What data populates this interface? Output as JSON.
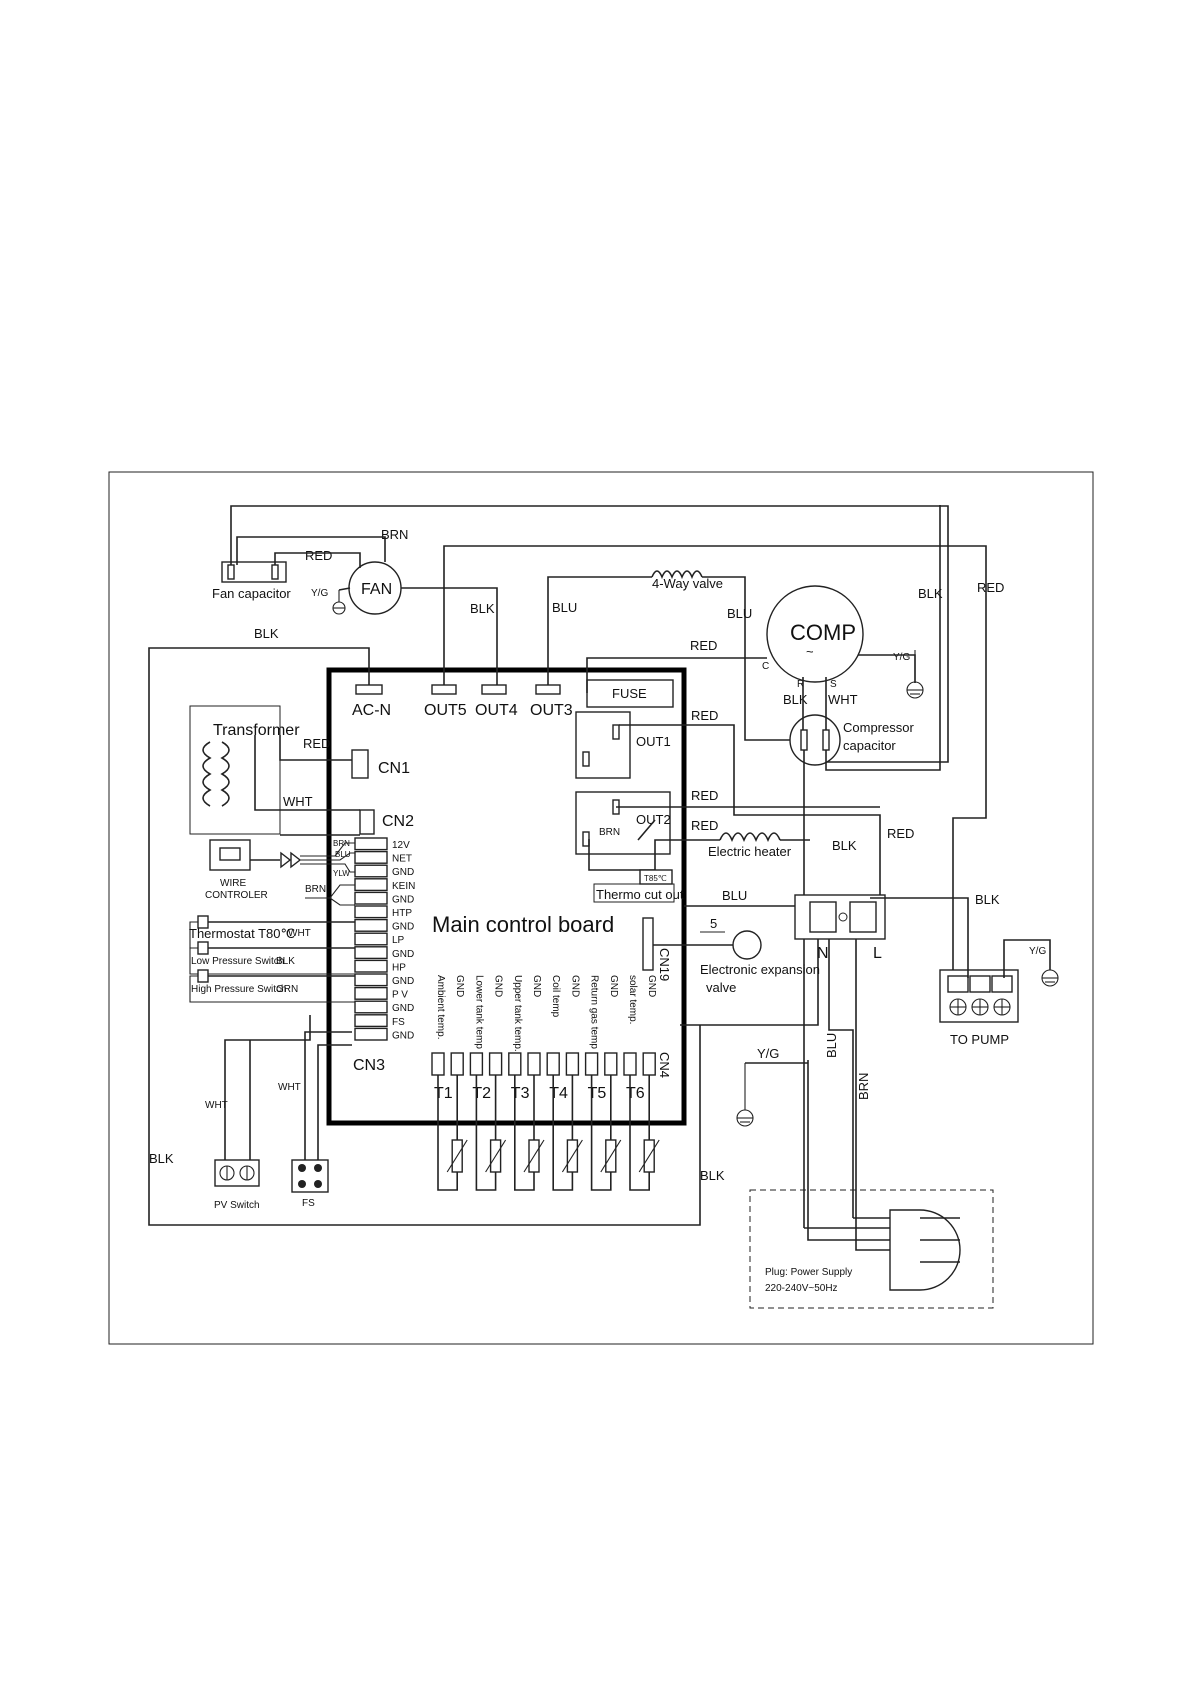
{
  "board": {
    "title": "Main control board",
    "ports": {
      "acn": "AC-N",
      "out5": "OUT5",
      "out4": "OUT4",
      "out3": "OUT3",
      "fuse": "FUSE",
      "out1": "OUT1",
      "out2": "OUT2",
      "cn1": "CN1",
      "cn2": "CN2",
      "cn3": "CN3",
      "cn4": "CN4",
      "cn19": "CN19"
    },
    "cn3_pins": [
      "12V",
      "NET",
      "GND",
      "KEIN",
      "GND",
      "HTP",
      "GND",
      "LP",
      "GND",
      "HP",
      "GND",
      "P V",
      "GND",
      "FS",
      "GND"
    ],
    "sensor_labels": [
      "Ambient temp.",
      "GND",
      "Lower tank temp",
      "GND",
      "Upper tank temp.",
      "GND",
      "Coil temp",
      "GND",
      "Return gas temp",
      "GND",
      "solar temp.",
      "GND"
    ],
    "sensors": [
      "T1",
      "T2",
      "T3",
      "T4",
      "T5",
      "T6"
    ]
  },
  "components": {
    "fan_capacitor": "Fan capacitor",
    "fan": "FAN",
    "four_way_valve": "4-Way valve",
    "comp": "COMP",
    "comp_symbol": "~",
    "comp_c": "C",
    "comp_r": "R",
    "comp_s": "S",
    "compressor_capacitor_line1": "Compressor",
    "compressor_capacitor_line2": "capacitor",
    "transformer": "Transformer",
    "wire_controller_line1": "WIRE",
    "wire_controller_line2": "CONTROLER",
    "thermostat": "Thermostat T80℃",
    "low_pressure_switch": "Low Pressure Switch",
    "high_pressure_switch": "High Pressure Switch",
    "electric_heater": "Electric heater",
    "thermo_cut_out": "Thermo cut out",
    "thermo_rating": "T85℃",
    "eev_line1": "Electronic expansion",
    "eev_line2": "valve",
    "eev_number": "5",
    "pv_switch": "PV Switch",
    "fs": "FS",
    "to_pump": "TO PUMP",
    "terminal_n": "N",
    "terminal_l": "L",
    "plug_line1": "Plug: Power Supply",
    "plug_line2": "220-240V~50Hz"
  },
  "wire_labels": {
    "brn": "BRN",
    "red": "RED",
    "blk": "BLK",
    "blu": "BLU",
    "wht": "WHT",
    "yg": "Y/G",
    "grn": "GRN",
    "ylw": "YLW"
  }
}
